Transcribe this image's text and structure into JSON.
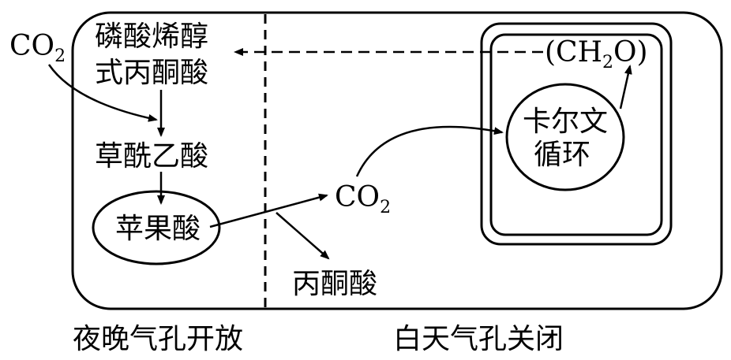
{
  "left_region": {
    "co2_in": "CO",
    "co2_in_sub": "2",
    "pep_line1": "磷酸烯醇",
    "pep_line2": "式丙酮酸",
    "oxaloacetate": "草酰乙酸",
    "malate": "苹果酸",
    "caption": "夜晚气孔开放"
  },
  "right_region": {
    "co2_released": "CO",
    "co2_released_sub": "2",
    "pyruvate": "丙酮酸",
    "calvin_line1": "卡尔文",
    "calvin_line2": "循环",
    "carbohydrate_open": "(CH",
    "carbohydrate_sub": "2",
    "carbohydrate_close": "O)",
    "caption": "白天气孔关闭"
  }
}
